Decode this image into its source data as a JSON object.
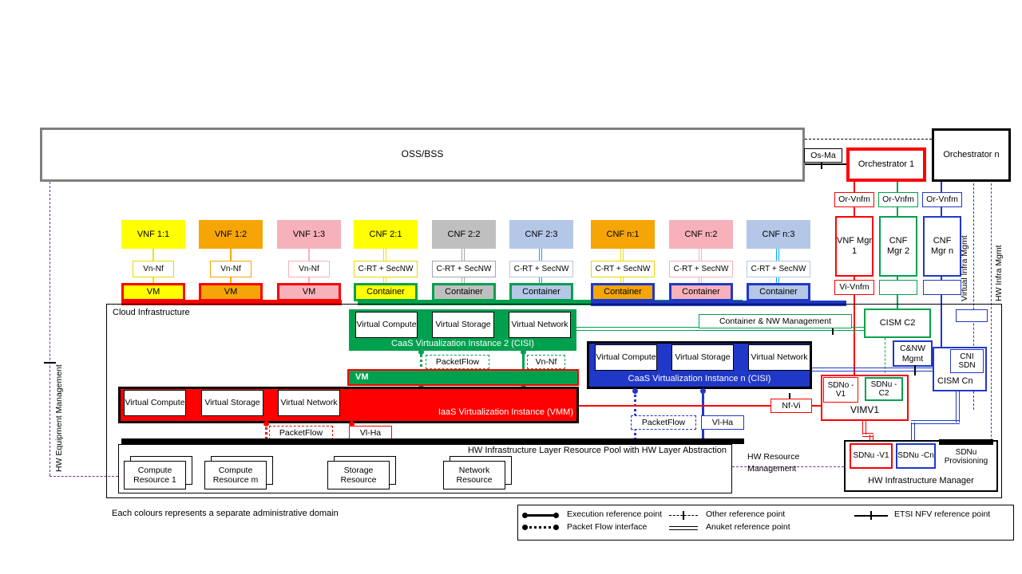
{
  "colors": {
    "red": "#FF0000",
    "green": "#00A14E",
    "blue": "#2038C8",
    "yellow": "#FFFF00",
    "orange": "#F5A506",
    "pink": "#F7B1BA",
    "gray": "#BFBFBF",
    "lightblue": "#B4C7E7",
    "cyan": "#00B0F0",
    "purple": "#7030A0",
    "oss_border": "#7F7F7F",
    "black": "#000000"
  },
  "top": {
    "oss_bss": "OSS/BSS",
    "os_ma": "Os-Ma",
    "orchestrator_1": "Orchestrator 1",
    "orchestrator_n": "Orchestrator n"
  },
  "managers": {
    "or_vnfm_1": "Or-Vnfm",
    "or_vnfm_2": "Or-Vnfm",
    "or_vnfm_3": "Or-Vnfm",
    "vnf_mgr_1": "VNF Mgr 1",
    "cnf_mgr_2": "CNF Mgr 2",
    "cnf_mgr_n": "CNF Mgr n",
    "vi_vnfm": "Vi-Vnfm"
  },
  "side_lines": {
    "virtual_infra_mgmt": "Virtual Infra Mgmt",
    "hw_infra_mgmt": "HW Infra Mgmt",
    "hw_equipment_mgmt": "HW Equipment Management",
    "hw_resource_mgmt": "HW Resource Management"
  },
  "nf_row": {
    "items": [
      {
        "label": "VNF 1:1",
        "interface": "Vn-Nf",
        "platform": "VM"
      },
      {
        "label": "VNF 1:2",
        "interface": "Vn-Nf",
        "platform": "VM"
      },
      {
        "label": "VNF 1:3",
        "interface": "Vn-Nf",
        "platform": "VM"
      },
      {
        "label": "CNF 2:1",
        "interface": "C-RT + SecNW",
        "platform": "Container"
      },
      {
        "label": "CNF 2:2",
        "interface": "C-RT + SecNW",
        "platform": "Container"
      },
      {
        "label": "CNF 2:3",
        "interface": "C-RT + SecNW",
        "platform": "Container"
      },
      {
        "label": "CNF n:1",
        "interface": "C-RT + SecNW",
        "platform": "Container"
      },
      {
        "label": "CNF n:2",
        "interface": "C-RT + SecNW",
        "platform": "Container"
      },
      {
        "label": "CNF n:3",
        "interface": "C-RT + SecNW",
        "platform": "Container"
      }
    ]
  },
  "cloud": {
    "label": "Cloud Infrastructure",
    "caas_2": {
      "title": "CaaS Virtualization Instance 2 (CISI)",
      "units": [
        "Virtual Compute",
        "Virtual Storage",
        "Virtual Network"
      ]
    },
    "vm_band": "VM",
    "iaas": {
      "title": "IaaS Virtualization Instance (VMM)",
      "units": [
        "Virtual Compute",
        "Virtual Storage",
        "Virtual Network"
      ]
    },
    "caas_n": {
      "title": "CaaS Virtualization Instance n (CISI)",
      "units": [
        "Virtual Compute",
        "Virtual Storage",
        "Virtual Network"
      ]
    },
    "packetflow_caas2": "PacketFlow",
    "vn_nf_caas2": "Vn-Nf",
    "packetflow_iaas": "PacketFlow",
    "vl_ha_iaas": "Vl-Ha",
    "packetflow_caasn": "PacketFlow",
    "vl_ha_caasn": "Vl-Ha",
    "container_nw_mgmt": "Container & NW Management",
    "cism_c2": "CISM C2",
    "cnw_mgmt": "C&NW Mgmt",
    "cni_sdn": "CNI SDN",
    "cism_cn": "CISM Cn",
    "sdno_v1": "SDNo -V1",
    "sdnu_c2": "SDNu -C2",
    "vim_v1": "VIMV1",
    "nf_vi": "Nf-Vi"
  },
  "hw": {
    "pool_title": "HW Infrastructure Layer Resource Pool with HW Layer Abstraction",
    "resources": [
      "Compute Resource 1",
      "Compute Resource m",
      "Storage Resource",
      "Network Resource"
    ],
    "manager": "HW Infrastructure Manager",
    "sdnu_v1": "SDNu -V1",
    "sdnu_cn": "SDNu -Cn",
    "sdnu_prov": "SDNu Provisioning"
  },
  "legend": {
    "execution": "Execution reference point",
    "packet_flow": "Packet Flow interface",
    "other": "Other reference point",
    "anuket": "Anuket reference point",
    "etsi": "ETSI NFV reference point"
  },
  "note": "Each colours represents a separate administrative domain"
}
